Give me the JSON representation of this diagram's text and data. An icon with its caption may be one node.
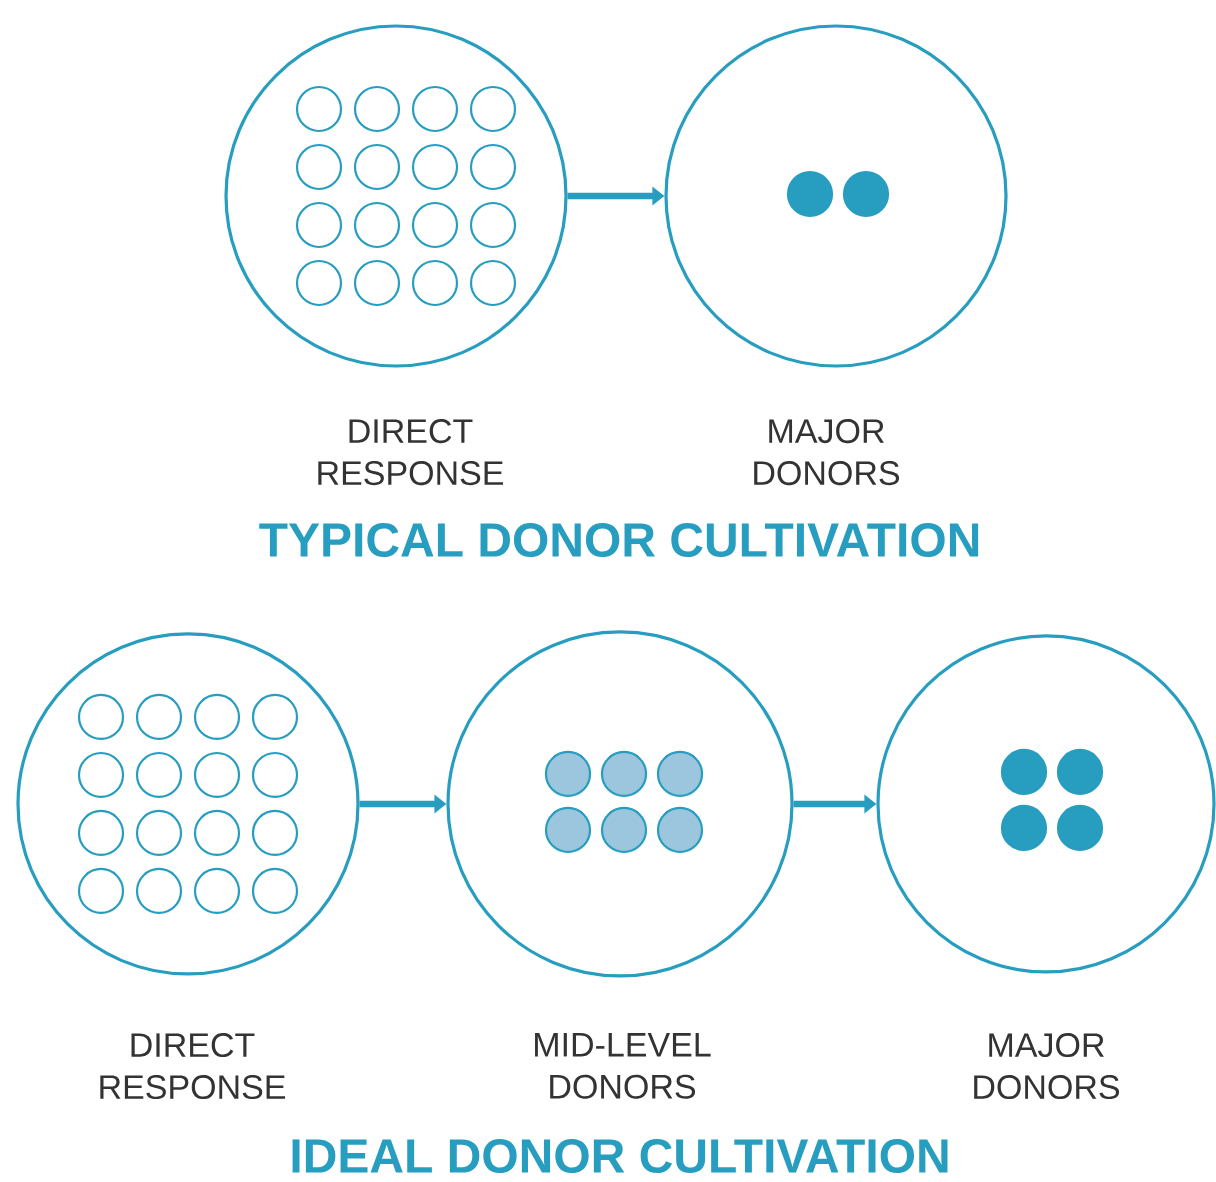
{
  "diagram": {
    "nodes": [
      {
        "text": [],
        "shape": "circle",
        "beside": [
          "DIRECT RESPONSE"
        ]
      },
      {
        "text": [],
        "shape": "circle",
        "beside": [
          "MAJOR DONORS"
        ]
      },
      {
        "text": [],
        "shape": "circle",
        "beside": [
          "DIRECT RESPONSE"
        ]
      },
      {
        "text": [],
        "shape": "circle",
        "beside": [
          "MID-LEVEL DONORS"
        ]
      },
      {
        "text": [],
        "shape": "circle",
        "beside": [
          "MAJOR DONORS"
        ]
      }
    ],
    "edges": [
      {
        "from": 0,
        "to": 1,
        "arrow": "to"
      },
      {
        "from": 2,
        "to": 3,
        "arrow": "to"
      },
      {
        "from": 3,
        "to": 4,
        "arrow": "to"
      }
    ],
    "labels": [
      "TYPICAL DONOR CULTIVATION",
      "IDEAL DONOR CULTIVATION"
    ]
  }
}
